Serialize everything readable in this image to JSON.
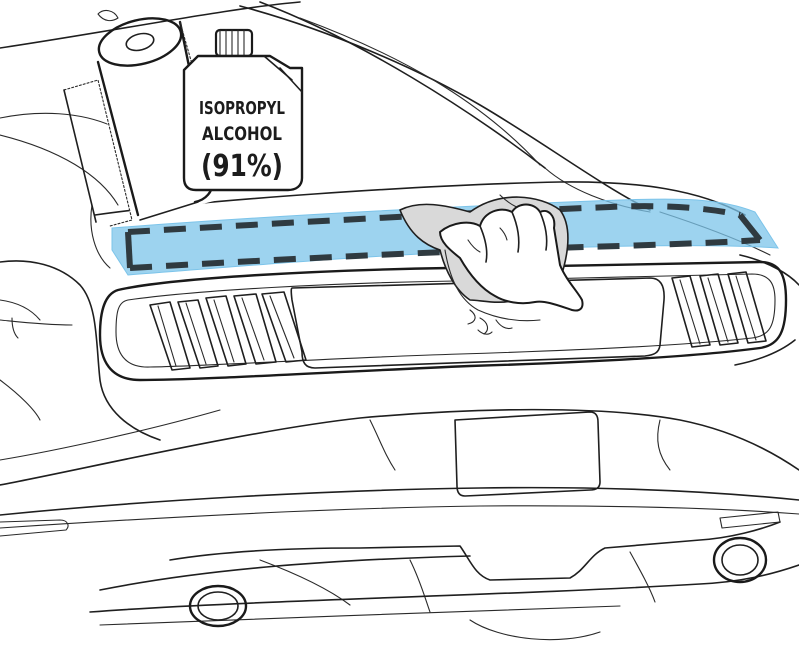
{
  "bottle": {
    "line1": "ISOPROPYL",
    "line2": "ALCOHOL",
    "line3": "(91%)"
  },
  "colors": {
    "highlight": "#7cc4ea",
    "dash": "#2f3a40",
    "ink": "#1f1f1f",
    "cloth": "#d9d9d9"
  }
}
